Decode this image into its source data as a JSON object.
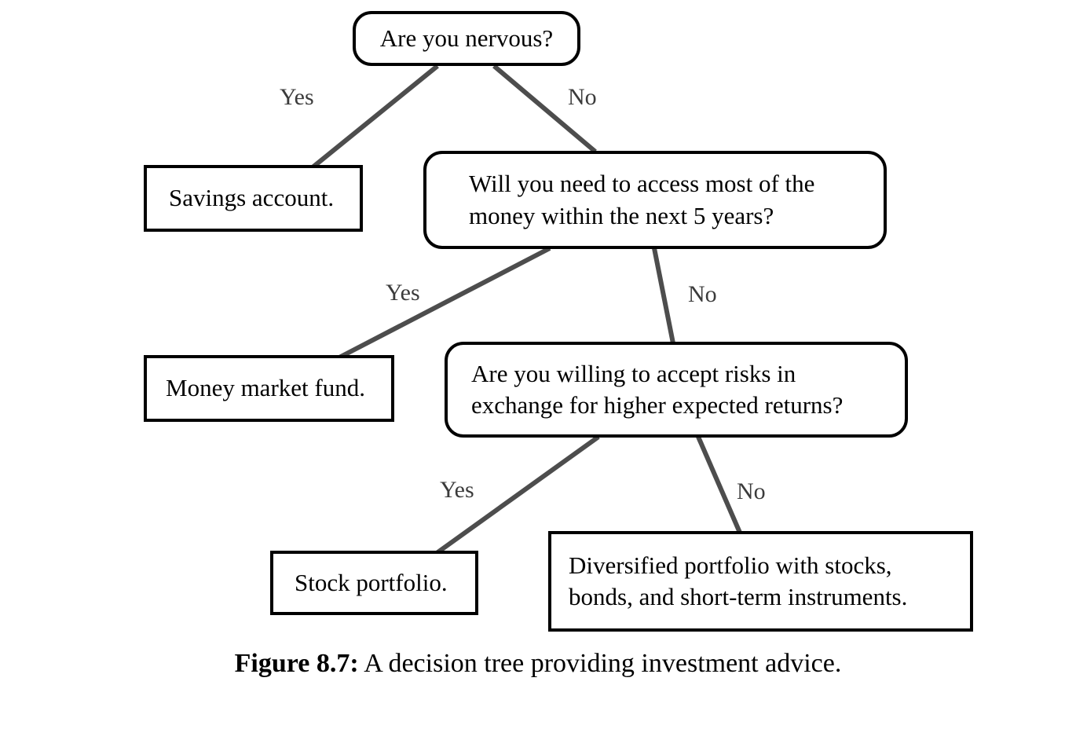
{
  "figure": {
    "caption_label": "Figure 8.7:",
    "caption_text": " A decision tree providing investment advice.",
    "edge_color": "#4d4d4d",
    "border_color": "#000000",
    "background_color": "#ffffff",
    "label_color": "#3b3b3b"
  },
  "chart_data": {
    "type": "diagram",
    "diagram_kind": "decision-tree",
    "title": "A decision tree providing investment advice.",
    "nodes": [
      {
        "id": "root",
        "kind": "decision",
        "text": "Are you nervous?"
      },
      {
        "id": "access",
        "kind": "decision",
        "text": "Will you need to access most of the\nmoney within the next 5 years?"
      },
      {
        "id": "risk",
        "kind": "decision",
        "text": "Are you willing to accept risks in\nexchange for higher expected returns?"
      },
      {
        "id": "savings",
        "kind": "leaf",
        "text": "Savings account."
      },
      {
        "id": "moneymarket",
        "kind": "leaf",
        "text": "Money market fund."
      },
      {
        "id": "stock",
        "kind": "leaf",
        "text": "Stock portfolio."
      },
      {
        "id": "diversified",
        "kind": "leaf",
        "text": "Diversified portfolio with stocks,\nbonds, and short-term instruments."
      }
    ],
    "edges": [
      {
        "from": "root",
        "to": "savings",
        "label": "Yes"
      },
      {
        "from": "root",
        "to": "access",
        "label": "No"
      },
      {
        "from": "access",
        "to": "moneymarket",
        "label": "Yes"
      },
      {
        "from": "access",
        "to": "risk",
        "label": "No"
      },
      {
        "from": "risk",
        "to": "stock",
        "label": "Yes"
      },
      {
        "from": "risk",
        "to": "diversified",
        "label": "No"
      }
    ]
  },
  "nodes": {
    "root": {
      "text": "Are you nervous?"
    },
    "access": {
      "text": "Will you need to access most of the\nmoney within the next 5 years?"
    },
    "risk": {
      "text": "Are you willing to accept risks in\nexchange for higher expected returns?"
    },
    "savings": {
      "text": "Savings account."
    },
    "moneymarket": {
      "text": "Money market fund."
    },
    "stock": {
      "text": "Stock portfolio."
    },
    "diversified": {
      "text": "Diversified portfolio with stocks,\nbonds, and short-term instruments."
    }
  },
  "edge_labels": {
    "root_yes": "Yes",
    "root_no": "No",
    "access_yes": "Yes",
    "access_no": "No",
    "risk_yes": "Yes",
    "risk_no": "No"
  }
}
